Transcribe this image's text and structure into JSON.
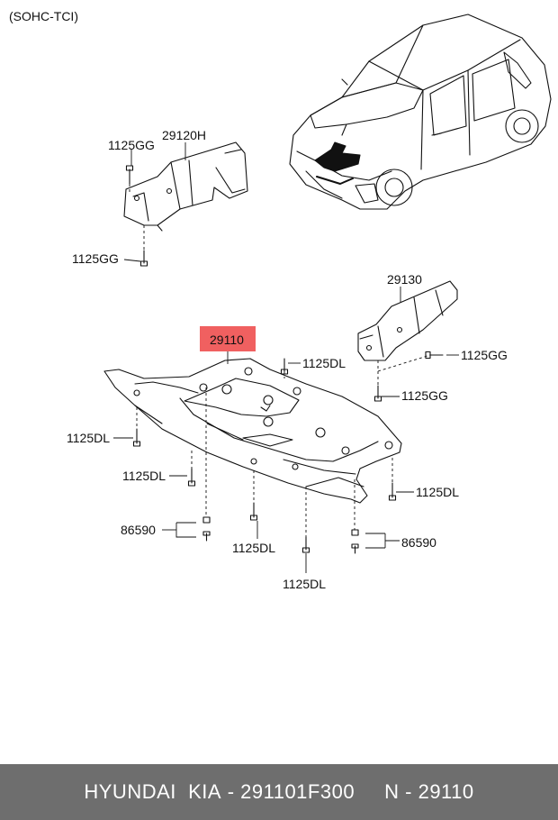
{
  "header": {
    "variant": "(SOHC-TCI)"
  },
  "callouts": {
    "main_panel": "29110",
    "main_panel_highlight": "#f06060",
    "left_shield": "29120H",
    "right_shield": "29130",
    "bolt_gg": "1125GG",
    "bolt_dl": "1125DL",
    "clip": "86590"
  },
  "footer": {
    "brand": "HYUNDAI  KIA",
    "sep1": " - ",
    "part_number": "291101F300",
    "sep2": "     N - ",
    "ref": "29110"
  }
}
